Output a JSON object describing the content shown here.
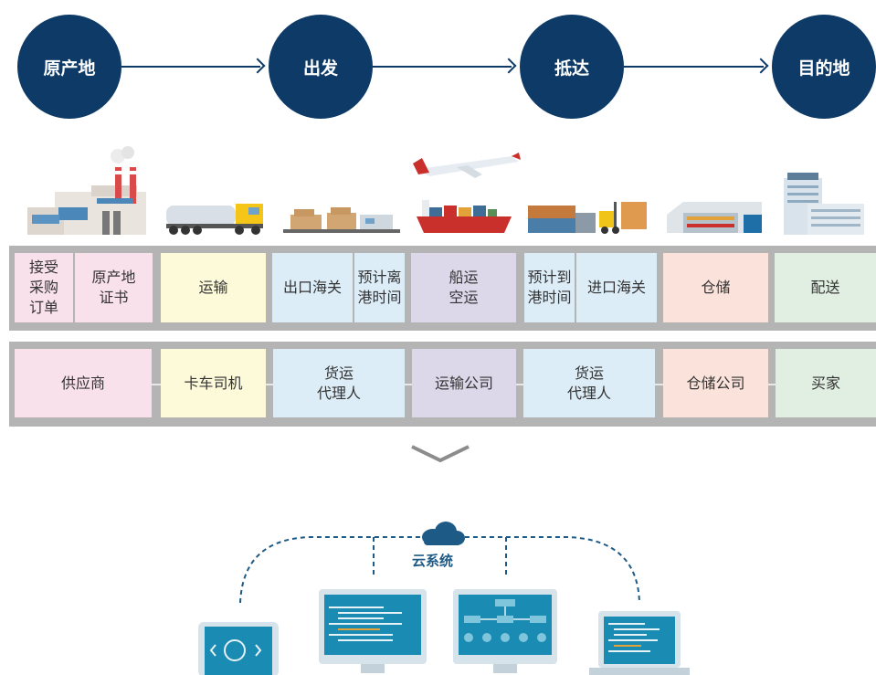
{
  "stages": [
    "原产地",
    "出发",
    "抵达",
    "目的地"
  ],
  "documents_row": [
    "接受\n采购\n订单",
    "原产地\n证书",
    "运输",
    "出口海关",
    "预计离\n港时间",
    "船运\n空运",
    "预计到\n港时间",
    "进口海关",
    "仓储",
    "配送"
  ],
  "parties_row": [
    "供应商",
    "卡车司机",
    "货运\n代理人",
    "运输公司",
    "货运\n代理人",
    "仓储公司",
    "买家"
  ],
  "cloud_label": "云系统",
  "colors": {
    "stage_circle": "#0d3a66",
    "pink": "#f9e1ec",
    "yellow": "#fdfad9",
    "blue": "#dcedf8",
    "purple": "#dcd8ea",
    "peach": "#fbe3dc",
    "green": "#e1efe2",
    "screen": "#1a8bb3",
    "cloud": "#1e5a86"
  },
  "icons": [
    "factory-icon",
    "truck-icon",
    "cargo-pallets-icon",
    "airplane-icon",
    "container-ship-icon",
    "containers-forklift-icon",
    "warehouse-icon",
    "office-building-icon",
    "cloud-icon",
    "tablet-icon",
    "desktop-code-icon",
    "desktop-flowchart-icon",
    "laptop-icon"
  ]
}
